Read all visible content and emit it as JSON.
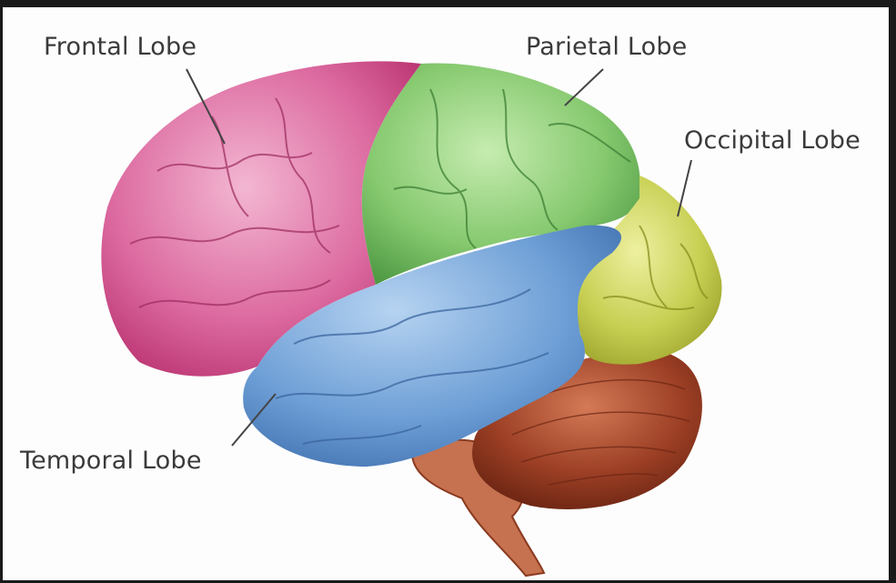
{
  "labels": {
    "frontal": "Frontal Lobe",
    "parietal": "Parietal Lobe",
    "occipital": "Occipital Lobe",
    "temporal": "Temporal Lobe"
  },
  "colors": {
    "frontal": "#d9659b",
    "parietal": "#86c96f",
    "occipital": "#c7cf52",
    "temporal": "#6e9fd6",
    "cerebellum": "#9c3f25",
    "brainstem": "#c6714f"
  }
}
